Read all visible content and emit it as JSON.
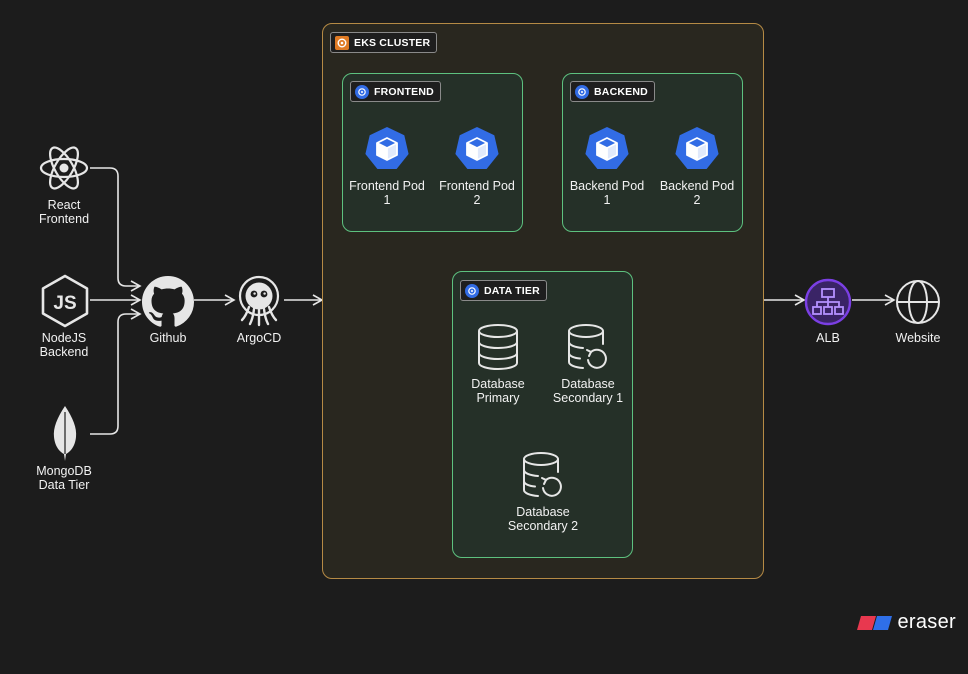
{
  "sources": {
    "react": "React\nFrontend",
    "node": "NodeJS\nBackend",
    "mongo": "MongoDB\nData Tier"
  },
  "pipeline": {
    "github": "Github",
    "argocd": "ArgoCD"
  },
  "cluster": {
    "title": "EKS CLUSTER",
    "frontend": {
      "title": "FRONTEND",
      "pod1": "Frontend Pod\n1",
      "pod2": "Frontend Pod\n2"
    },
    "backend": {
      "title": "BACKEND",
      "pod1": "Backend Pod\n1",
      "pod2": "Backend Pod\n2"
    },
    "data": {
      "title": "DATA TIER",
      "primary": "Database\nPrimary",
      "secondary1": "Database\nSecondary 1",
      "secondary2": "Database\nSecondary 2"
    }
  },
  "egress": {
    "alb": "ALB",
    "website": "Website"
  },
  "branding": {
    "name": "eraser"
  },
  "icons": {
    "react": "react-logo-icon",
    "node": "nodejs-logo-icon",
    "mongo": "mongodb-leaf-icon",
    "github": "github-octocat-icon",
    "argocd": "argocd-octopus-icon",
    "pod": "kubernetes-pod-icon",
    "database": "database-icon",
    "database_replica": "database-replica-icon",
    "alb": "load-balancer-icon",
    "website": "globe-icon"
  },
  "colors": {
    "background": "#1c1c1c",
    "cluster_border": "#b58a45",
    "group_border": "#5dc17f",
    "k8s_blue": "#326ce5",
    "alb_purple": "#7b3fe4",
    "eraser_red": "#e8384f",
    "eraser_blue": "#2f6fe8"
  }
}
